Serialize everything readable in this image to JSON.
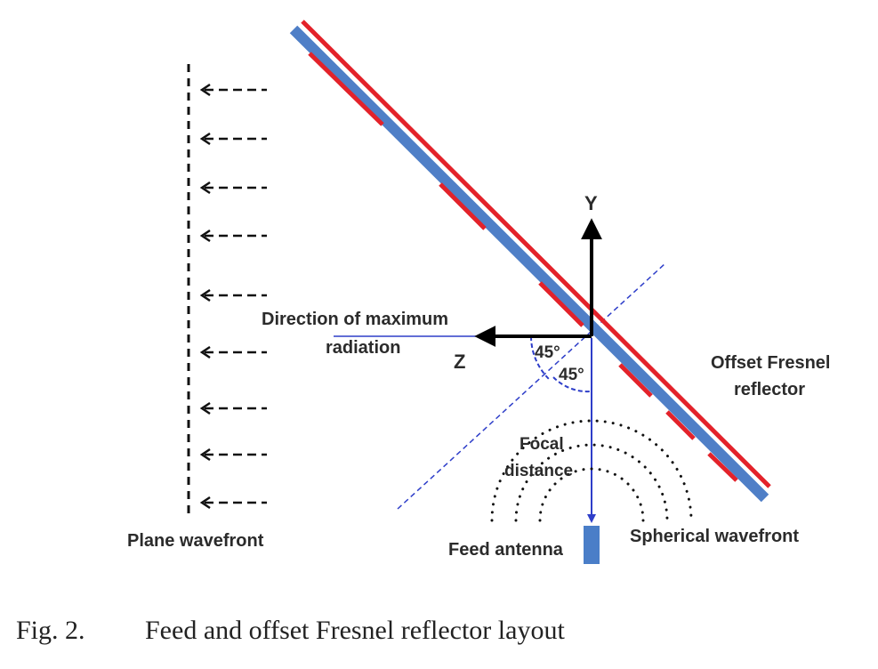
{
  "labels": {
    "y_axis": "Y",
    "z_axis": "Z",
    "direction_line1": "Direction of maximum",
    "direction_line2": "radiation",
    "angle_a": "45°",
    "angle_b": "45°",
    "focal_line1": "Focal",
    "focal_line2": "distance",
    "reflector_line1": "Offset Fresnel",
    "reflector_line2": "reflector",
    "plane_wavefront": "Plane wavefront",
    "feed_antenna": "Feed antenna",
    "spherical_wavefront": "Spherical wavefront"
  },
  "caption": {
    "number": "Fig. 2.",
    "text": "Feed and offset Fresnel reflector layout"
  },
  "colors": {
    "reflector_red": "#e3222a",
    "reflector_blue": "#4f7fc7",
    "guide_blue": "#2e3ec9",
    "feed_blue": "#4a7ec8",
    "axis_black": "#000000"
  }
}
